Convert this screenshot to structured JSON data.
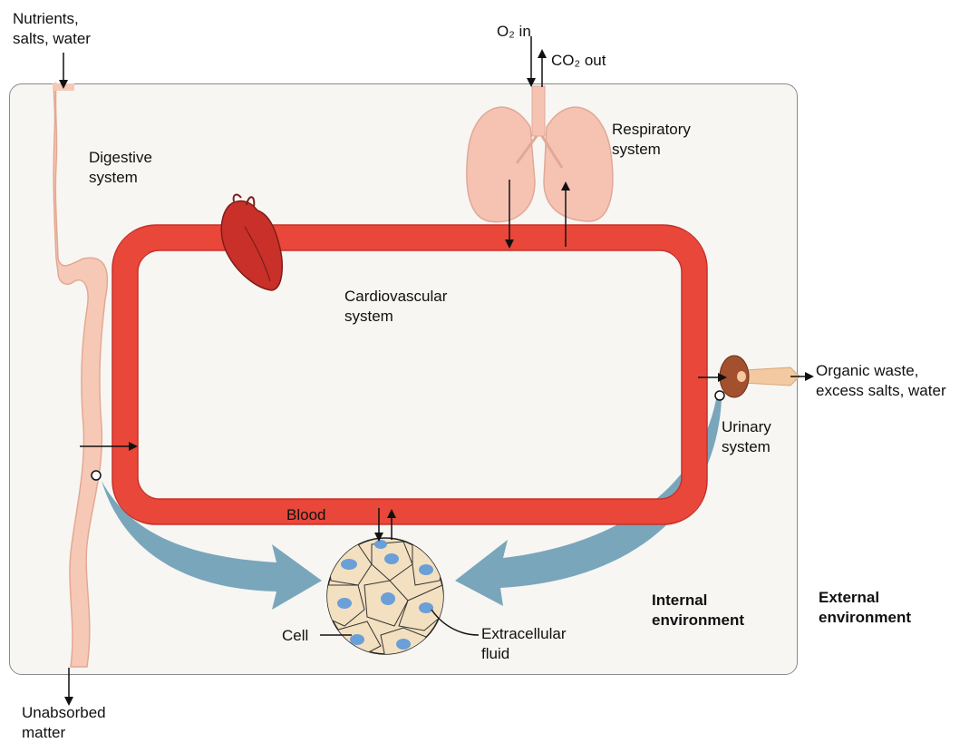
{
  "labels": {
    "nutrients": "Nutrients,\nsalts, water",
    "o2_in": "O₂ in",
    "co2_out": "CO₂ out",
    "respiratory": "Respiratory\nsystem",
    "digestive": "Digestive\nsystem",
    "cardiovascular": "Cardiovascular\nsystem",
    "organic_waste": "Organic waste,\nexcess salts, water",
    "urinary": "Urinary\nsystem",
    "blood": "Blood",
    "internal_env": "Internal\nenvironment",
    "external_env": "External\nenvironment",
    "cell": "Cell",
    "extracellular": "Extracellular\nfluid",
    "unabsorbed": "Unabsorbed\nmatter"
  },
  "colors": {
    "blood_loop": "#e8473a",
    "blood_loop_edge": "#c8302a",
    "digestive_tract": "#f6c9b7",
    "lungs": "#f6c3b3",
    "heart": "#c9302a",
    "kidney": "#a3502e",
    "flow_arrows": "#6f9eb6",
    "cell_fill": "#f3e0c0",
    "nucleus": "#6a9fd8"
  }
}
